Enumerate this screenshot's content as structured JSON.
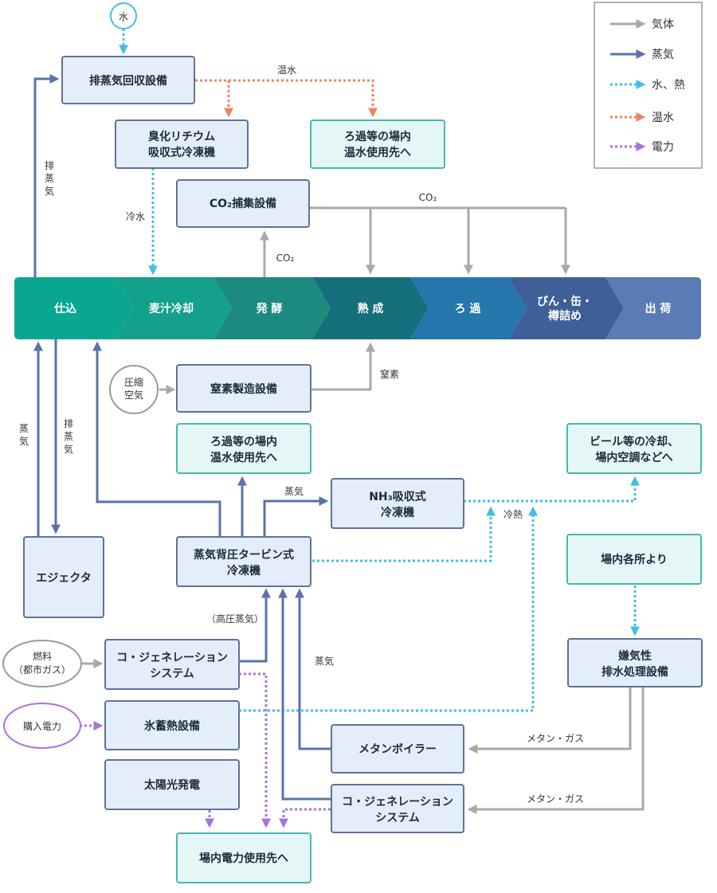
{
  "legend": {
    "gas": "気体",
    "steam": "蒸気",
    "water_heat": "水、熱",
    "hot_water": "温水",
    "power": "電力"
  },
  "process_steps": [
    "仕込",
    "麦汁冷却",
    "発 酵",
    "熟 成",
    "ろ 過",
    "びん・缶・",
    "樽詰め",
    "出 荷"
  ],
  "nodes": {
    "water": "水",
    "exhaust_recovery": "排蒸気回収設備",
    "libr_chiller_l1": "臭化リチウム",
    "libr_chiller_l2": "吸収式冷凍機",
    "hot_water_use_top_l1": "ろ過等の場内",
    "hot_water_use_top_l2": "温水使用先へ",
    "co2_capture": "CO₂捕集設備",
    "compressed_air_l1": "圧縮",
    "compressed_air_l2": "空気",
    "nitrogen": "窒素製造設備",
    "hot_water_use_mid_l1": "ろ過等の場内",
    "hot_water_use_mid_l2": "温水使用先へ",
    "beer_cooling_l1": "ビール等の冷却、",
    "beer_cooling_l2": "場内空調などへ",
    "nh3_chiller_l1": "NH₃吸収式",
    "nh3_chiller_l2": "冷凍機",
    "ejector": "エジェクタ",
    "turbine_l1": "蒸気背圧タービン式",
    "turbine_l2": "冷凍機",
    "plant_sources": "場内各所より",
    "fuel_l1": "燃料",
    "fuel_l2": "（都市ガス）",
    "cogen1_l1": "コ・ジェネレーション",
    "cogen1_l2": "システム",
    "anaerobic_l1": "嫌気性",
    "anaerobic_l2": "排水処理設備",
    "purchased_power": "購入電力",
    "ice_storage": "氷蓄熱設備",
    "methane_boiler": "メタンボイラー",
    "solar": "太陽光発電",
    "cogen2_l1": "コ・ジェネレーション",
    "cogen2_l2": "システム",
    "power_use": "場内電力使用先へ"
  },
  "labels": {
    "hot_water": "温水",
    "exhaust_steam_v": "排蒸気",
    "cold_water": "冷水",
    "co2_top": "CO₂",
    "co2_up": "CO₂",
    "nitrogen": "窒素",
    "steam_v": "蒸気",
    "exhaust_steam_v2": "排蒸気",
    "steam_to_nh3": "蒸気",
    "cold_heat": "冷熱",
    "high_pressure": "（高圧蒸気）",
    "steam_mid": "蒸気",
    "methane_gas_1": "メタン・ガス",
    "methane_gas_2": "メタン・ガス"
  },
  "colors": {
    "gas": "#a9a9a9",
    "steam": "#5a73a8",
    "water_heat": "#46bde6",
    "hot_water": "#ee8466",
    "power": "#a874d8"
  }
}
